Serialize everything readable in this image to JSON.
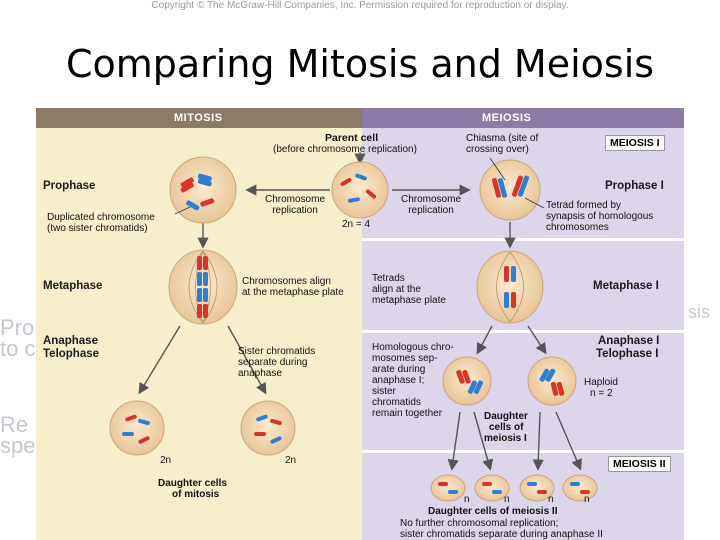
{
  "copyright": "Copyright © The McGraw-Hill Companies, Inc. Permission required for reproduction or display.",
  "title": "Comparing Mitosis and Meiosis",
  "background_fragments": {
    "left_1a": "Pro",
    "left_1b": "to c",
    "left_2a": "Re",
    "left_2b": "spe",
    "right_1": "sis"
  },
  "headers": {
    "mitosis": "MITOSIS",
    "meiosis": "MEIOSIS"
  },
  "stages": {
    "prophase": "Prophase",
    "metaphase": "Metaphase",
    "anaphase": "Anaphase",
    "telophase": "Telophase",
    "prophase_1": "Prophase I",
    "metaphase_1": "Metaphase I",
    "anaphase_1": "Anaphase I",
    "telophase_1": "Telophase I",
    "meiosis_1": "MEIOSIS I",
    "meiosis_2": "MEIOSIS II"
  },
  "notes": {
    "parent_cell": "Parent cell",
    "parent_cell_sub": "(before chromosome replication)",
    "chiasma": "Chiasma (site of",
    "chiasma_sub": "crossing over)",
    "chrom_rep_1": "Chromosome",
    "chrom_rep_2": "replication",
    "duplicated_1": "Duplicated chromosome",
    "duplicated_2": "(two sister chromatids)",
    "ploidy_parent": "2n = 4",
    "tetrad_1": "Tetrad formed by",
    "tetrad_2": "synapsis of homologous",
    "tetrad_3": "chromosomes",
    "align_1": "Chromosomes align",
    "align_2": "at the metaphase plate",
    "tetrads_1": "Tetrads",
    "tetrads_2": "align at the",
    "tetrads_3": "metaphase plate",
    "sister_1": "Sister chromatids",
    "sister_2": "separate during",
    "sister_3": "anaphase",
    "homolog_1": "Homologous chro-",
    "homolog_2": "mosomes sep-",
    "homolog_3": "arate during",
    "homolog_4": "anaphase I;",
    "homolog_5": "sister",
    "homolog_6": "chromatids",
    "homolog_7": "remain together",
    "haploid": "Haploid",
    "haploid_n": "n = 2",
    "daughter_m1_1": "Daughter",
    "daughter_m1_2": "cells of",
    "daughter_m1_3": "meiosis I",
    "two_n": "2n",
    "n": "n",
    "daughter_mit_1": "Daughter cells",
    "daughter_mit_2": "of mitosis",
    "daughter_m2": "Daughter cells of meiosis II",
    "no_further_1": "No further chromosomal replication;",
    "no_further_2": "sister chromatids separate during anaphase II"
  },
  "colors": {
    "chrom_red": "#d8352a",
    "chrom_blue": "#2e7fd1",
    "cell_fill": "#f3d9b1",
    "mitosis_bg": "#f7efcb",
    "meiosis_bg": "#ddd5ea"
  }
}
